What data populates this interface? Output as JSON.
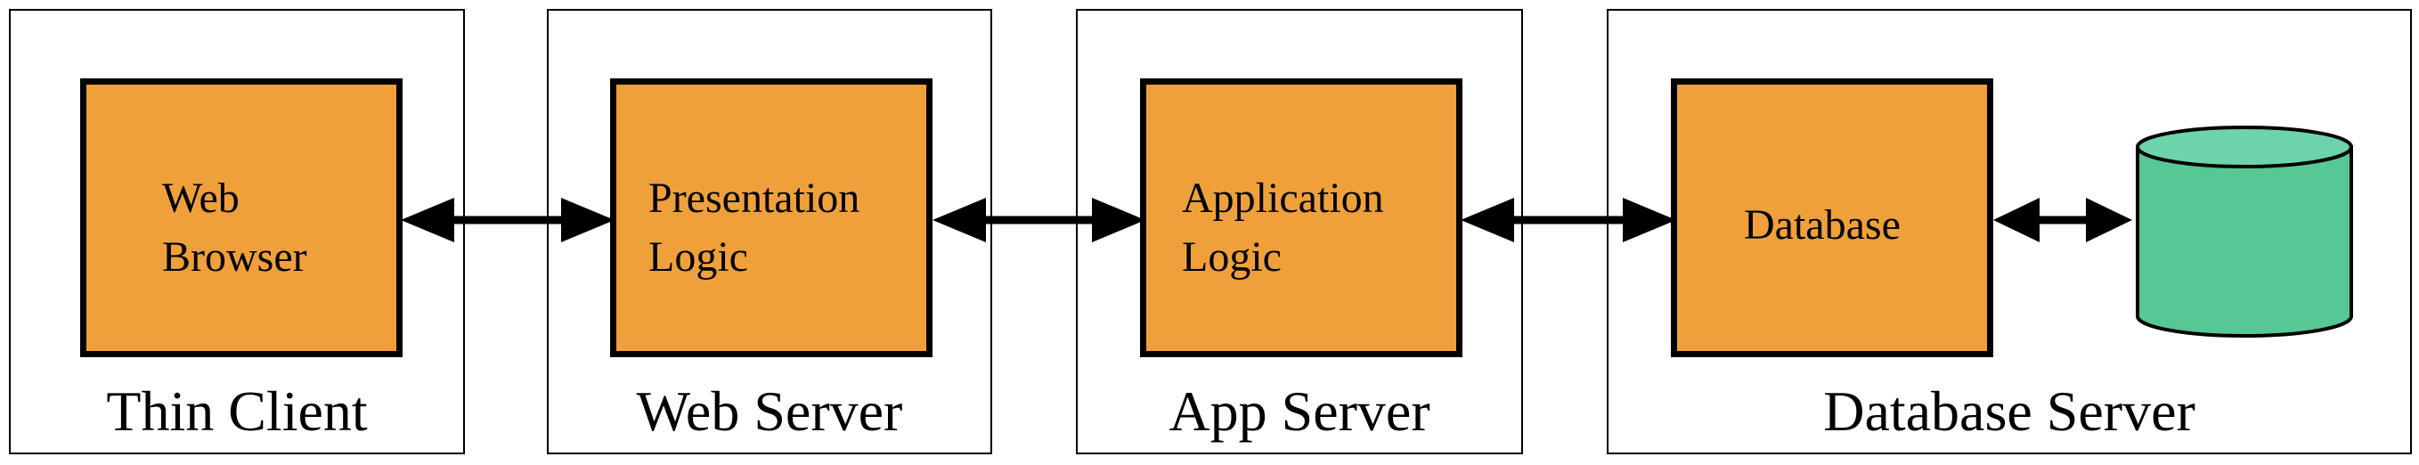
{
  "tiers": [
    {
      "label": "Thin Client",
      "component_lines": [
        "Web",
        "Browser"
      ]
    },
    {
      "label": "Web Server",
      "component_lines": [
        "Presentation",
        "Logic"
      ]
    },
    {
      "label": "App Server",
      "component_lines": [
        "Application",
        "Logic"
      ]
    },
    {
      "label": "Database Server",
      "component_lines": [
        "Database"
      ]
    }
  ],
  "colors": {
    "component_fill": "#F0A03B",
    "cylinder_body": "#56C795",
    "cylinder_top": "#6DD3AA",
    "outline": "#000000"
  },
  "icons": {
    "storage": "database-cylinder-icon",
    "connector": "double-arrow-icon"
  }
}
